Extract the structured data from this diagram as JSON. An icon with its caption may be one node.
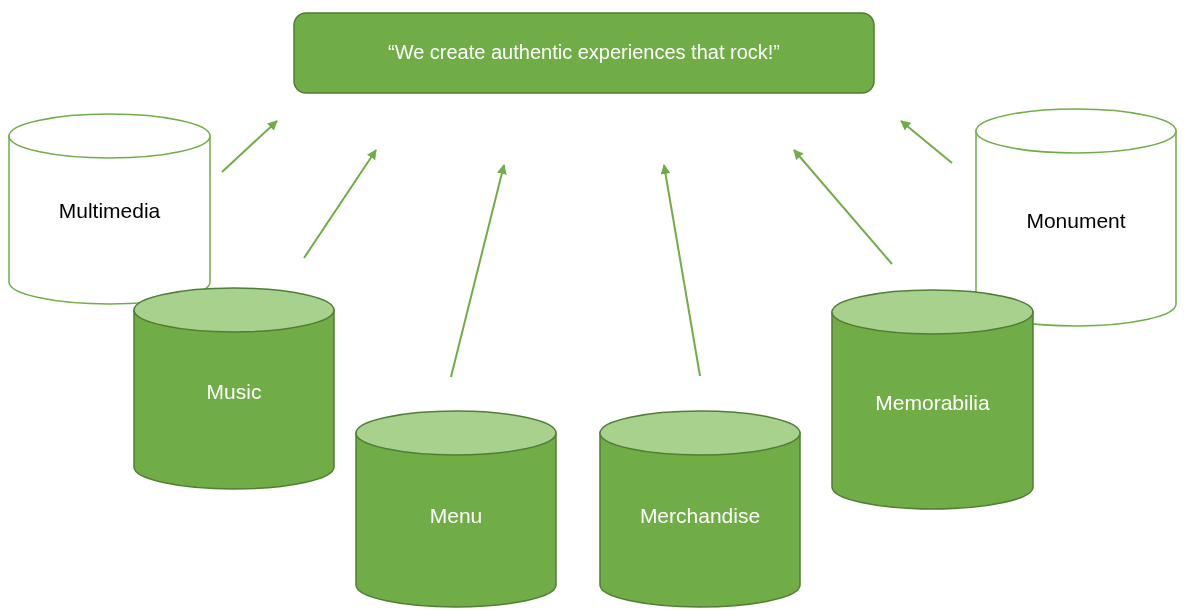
{
  "diagram": {
    "nodes": [
      {
        "text": [
          "“We create authentic experiences that rock!”"
        ]
      },
      {
        "text": [
          "Multimedia"
        ]
      },
      {
        "text": [
          "Music"
        ]
      },
      {
        "text": [
          "Menu"
        ]
      },
      {
        "text": [
          "Merchandise"
        ]
      },
      {
        "text": [
          "Memorabilia"
        ]
      },
      {
        "text": [
          "Monument"
        ]
      }
    ],
    "edges": [
      {
        "from": 1,
        "to": 0,
        "arrow": "to"
      },
      {
        "from": 2,
        "to": 0,
        "arrow": "to"
      },
      {
        "from": 3,
        "to": 0,
        "arrow": "to"
      },
      {
        "from": 4,
        "to": 0,
        "arrow": "to"
      },
      {
        "from": 5,
        "to": 0,
        "arrow": "to"
      },
      {
        "from": 6,
        "to": 0,
        "arrow": "to"
      }
    ]
  }
}
